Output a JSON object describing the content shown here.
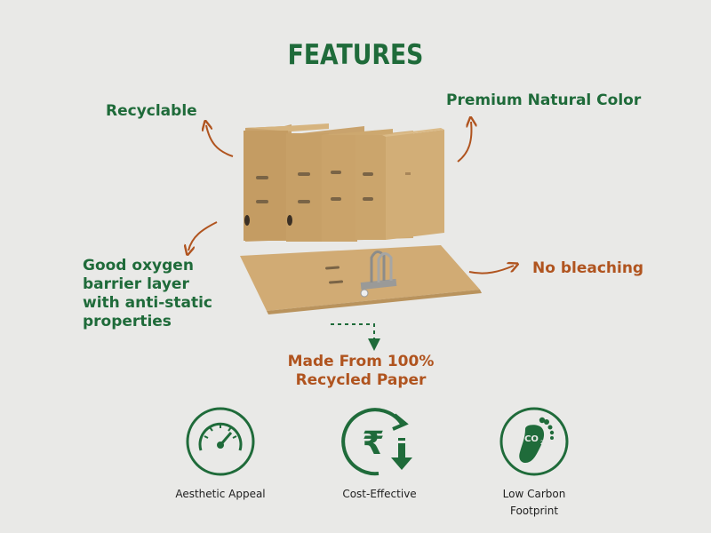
{
  "title": "FEATURES",
  "features": {
    "recyclable": "Recyclable",
    "premium_color": "Premium Natural Color",
    "oxygen_barrier": [
      "Good oxygen",
      "barrier layer",
      "with anti-static",
      "properties"
    ],
    "no_bleaching": "No bleaching",
    "recycled_paper": [
      "Made From 100%",
      "Recycled Paper"
    ]
  },
  "badges": [
    {
      "icon": "speedometer-icon",
      "caption": [
        "Aesthetic Appeal"
      ]
    },
    {
      "icon": "rupee-down-icon",
      "caption": [
        "Cost-Effective"
      ]
    },
    {
      "icon": "co2-footprint-icon",
      "caption": [
        "Low Carbon",
        "Footprint"
      ]
    }
  ],
  "colors": {
    "green": "#1f6b3a",
    "orange": "#b0541f",
    "background": "#e9e9e7",
    "kraft": "#c9a36d"
  }
}
